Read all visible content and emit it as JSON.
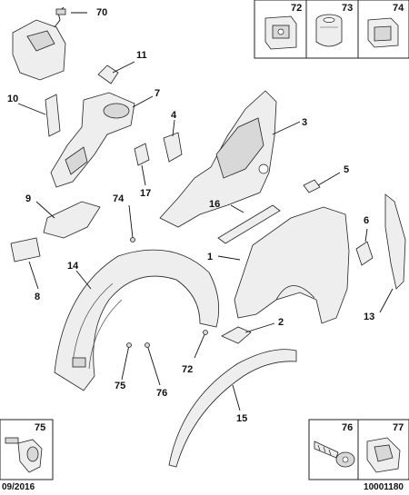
{
  "callouts": {
    "c70": "70",
    "c11": "11",
    "c10": "10",
    "c7": "7",
    "c4": "4",
    "c3": "3",
    "c17": "17",
    "c5": "5",
    "c16": "16",
    "c9": "9",
    "c74a": "74",
    "c6": "6",
    "c1": "1",
    "c8": "8",
    "c14": "14",
    "c2": "2",
    "c13": "13",
    "c72": "72",
    "c75": "75",
    "c76": "76",
    "c15": "15"
  },
  "boxes": {
    "top": [
      "72",
      "73",
      "74"
    ],
    "bottom_left": "75",
    "bottom_right": [
      "76",
      "77"
    ]
  },
  "footer": {
    "date": "09/2016",
    "code": "10001180"
  }
}
